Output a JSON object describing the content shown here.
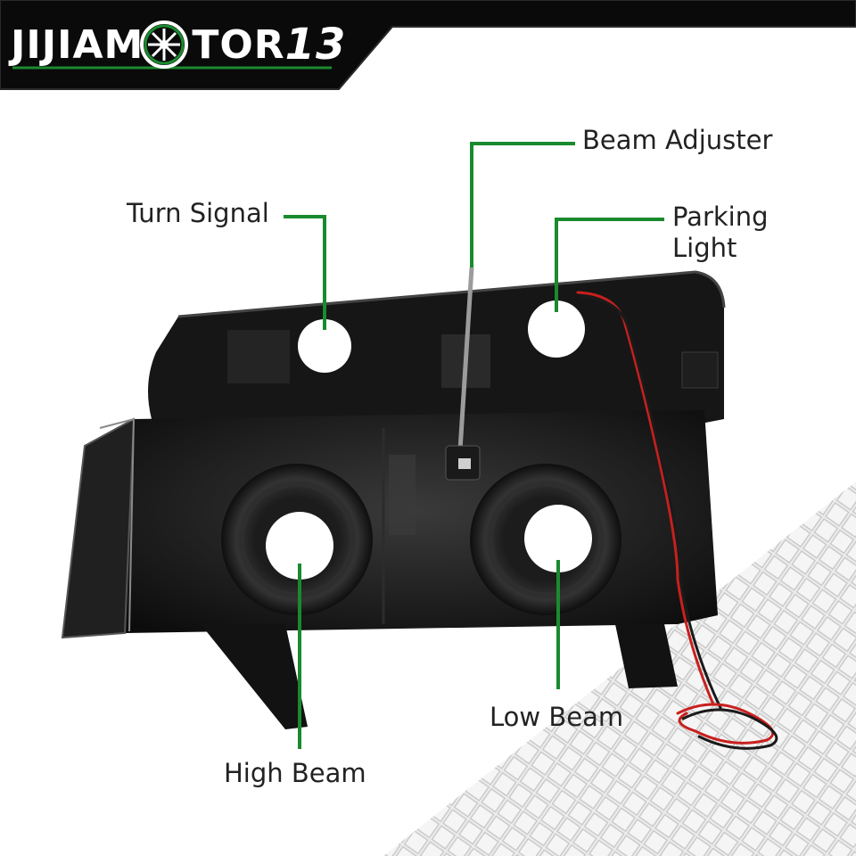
{
  "brand": {
    "name_part1": "JIJIAM",
    "name_part2": "TOR",
    "name_number": "13",
    "wheel_icon": "wheel-icon"
  },
  "labels": {
    "turn_signal": "Turn Signal",
    "beam_adjuster": "Beam Adjuster",
    "parking_light_line1": "Parking",
    "parking_light_line2": "Light",
    "low_beam": "Low Beam",
    "high_beam": "High Beam"
  },
  "colors": {
    "accent_green": "#1a8a2e",
    "housing_black": "#141414",
    "brand_bar": "#0a0a0a",
    "wire_red": "#c8201e"
  }
}
